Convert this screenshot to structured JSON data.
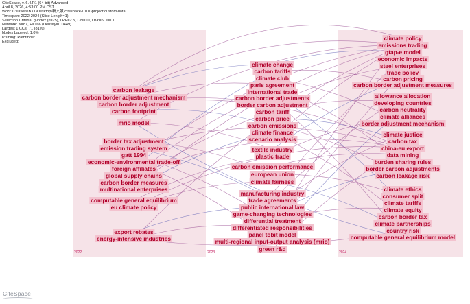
{
  "info": [
    "CiteSpace, v. 6.4.R1 (64-bit) Advanced",
    "April 8, 2026, 4:53:00 PM CST",
    "WoS: C:\\Users\\BXT\\Desktop\\新文献\\citespace-0101\\project\\custom\\data",
    "Timespan: 2022-2024 (Slice Length=1)",
    "Selection Criteria: g-index (k=25), LRF=2.5, L/N=10, LBY=5, e=1.0",
    "Network: N=87, E=166 (Density=0.0449)",
    "Largest 1 CCs: 71 (81%)",
    "Nodes Labeled: 1.0%",
    "Pruning: Pathfinder",
    "Excluded:"
  ],
  "years": [
    "2022",
    "2023",
    "2024"
  ],
  "colors": {
    "band": "#f6e3e8",
    "label_text": "#b0002a",
    "label_bg": "#f3c3cf",
    "link": "#a05a9a",
    "link2": "#6a6ab8"
  },
  "keywords_2022": [
    "carbon leakage",
    "carbon border adjustment mechanism",
    "carbon border adjustment",
    "carbon footprint",
    "mrio model",
    "border tax adjustment",
    "emission trading system",
    "gatt 1994",
    "economic-environmental trade-off",
    "foreign affiliates",
    "global supply chains",
    "carbon border measures",
    "multinational enterprises",
    "computable general equilibrium",
    "eu climate policy",
    "export rebates",
    "energy-intensive industries"
  ],
  "keywords_2023": [
    "climate change",
    "carbon tariffs",
    "climate club",
    "paris agreement",
    "international trade",
    "carbon border adjustments",
    "border carbon adjustment",
    "carbon tariff",
    "carbon price",
    "carbon emissions",
    "climate finance",
    "scenario analysis",
    "textile industry",
    "plastic trade",
    "carbon emission performance",
    "european union",
    "climate fairness",
    "manufacturing industry",
    "trade agreements",
    "public international law",
    "game-changing technologies",
    "differential treatment",
    "differentiated responsibilities",
    "panel tobit model",
    "multi-regional input-output analysis (mrio)",
    "green r&d"
  ],
  "keywords_2024": [
    "climate policy",
    "emissions trading",
    "gtap-e model",
    "economic impacts",
    "steel enterprises",
    "trade policy",
    "carbon pricing",
    "carbon border adjustment measures",
    "allowance allocation",
    "developing countries",
    "carbon neutrality",
    "climate alliances",
    "border adjustment mechanism",
    "climate justice",
    "carbon tax",
    "china-eu export",
    "data mining",
    "burden sharing rules",
    "border carbon adjustments",
    "carbon leakage risk",
    "climate ethics",
    "consumer split",
    "climate tariffs",
    "climate equity",
    "carbon border tax",
    "climate partnerships",
    "country risk",
    "computable general equilibrium model"
  ],
  "logo": "CiteSpace"
}
